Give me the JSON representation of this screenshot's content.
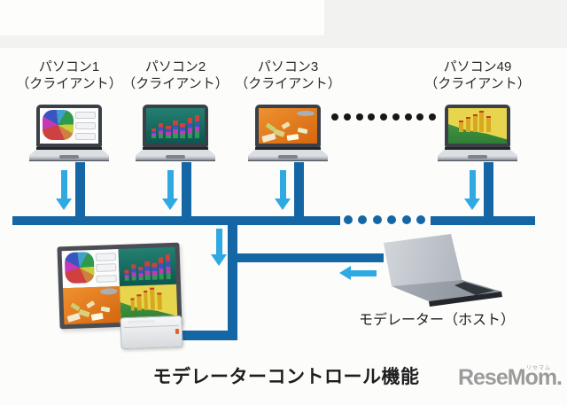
{
  "diagram": {
    "caption": "モデレーターコントロール機能",
    "clients": [
      {
        "line1": "パソコン1",
        "line2": "（クライアント）",
        "screen": "pie-chart-document"
      },
      {
        "line1": "パソコン2",
        "line2": "（クライアント）",
        "screen": "3d-bar-chart"
      },
      {
        "line1": "パソコン3",
        "line2": "（クライアント）",
        "screen": "orange-photo"
      },
      {
        "line1": "パソコン49",
        "line2": "（クライアント）",
        "screen": "yellow-3d-chart"
      }
    ],
    "moderator": {
      "label": "モデレーター（ホスト）"
    },
    "icons": {
      "down_arrow": "flow-down-arrow",
      "left_arrow": "flow-left-arrow",
      "client_ellipsis": "continuation-dots",
      "bus_ellipsis": "bus-continuation-dots"
    },
    "colors": {
      "bus_line": "#1566a4",
      "flow_arrow": "#2fa9e1",
      "ellipsis_dots": "#171717",
      "text": "#2a2a2a"
    }
  },
  "watermark": {
    "text": "ReseMom.",
    "ruby": "リセマム"
  }
}
